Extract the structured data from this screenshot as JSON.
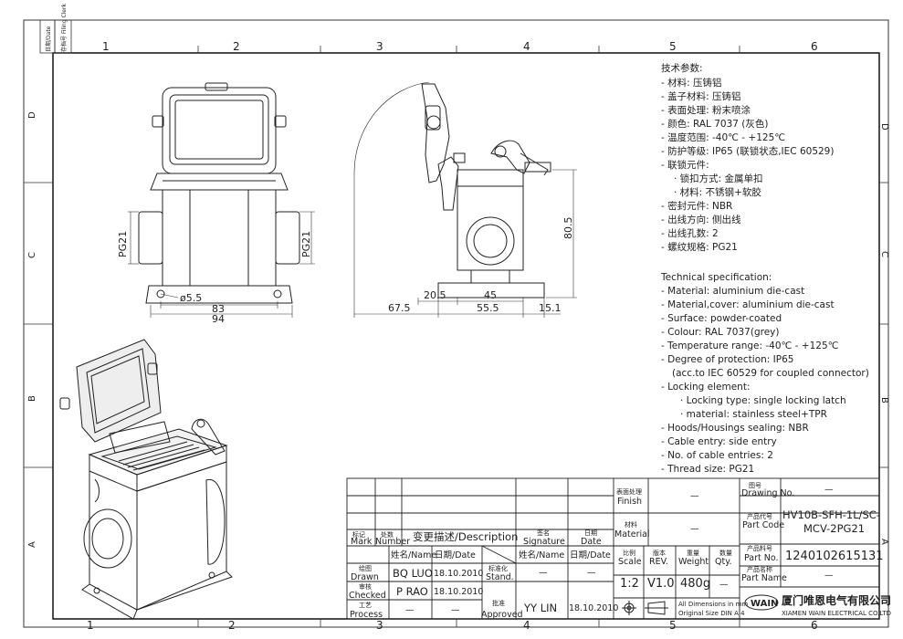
{
  "page": {
    "stamp_date": "日期/Date",
    "stamp_filing": "存档号 Filing Clerk"
  },
  "zones": {
    "top": [
      "1",
      "2",
      "3",
      "4",
      "5",
      "6"
    ],
    "side": [
      "D",
      "C",
      "B",
      "A"
    ]
  },
  "dimensions": {
    "hole": "ø5.5",
    "base_inner": "83",
    "base_outer": "94",
    "thread_left": "PG21",
    "thread_right": "PG21",
    "side_20_5": "20.5",
    "side_45": "45",
    "side_67_5": "67.5",
    "side_55_5": "55.5",
    "side_15_1": "15.1",
    "height": "80.5"
  },
  "tech_cn": {
    "title": "技术参数:",
    "lines": [
      "- 材料: 压铸铝",
      "- 盖子材料: 压铸铝",
      "- 表面处理: 粉末喷涂",
      "- 颜色: RAL 7037 (灰色)",
      "- 温度范围: -40℃ - +125℃",
      "- 防护等级: IP65 (联锁状态,IEC 60529)",
      "- 联锁元件:",
      "· 锁扣方式: 金属单扣",
      "· 材料: 不锈钢+软胶",
      "- 密封元件: NBR",
      "- 出线方向: 侧出线",
      "- 出线孔数: 2",
      "- 螺纹规格: PG21"
    ]
  },
  "tech_en": {
    "title": "Technical specification:",
    "lines": [
      "- Material: aluminium die-cast",
      "- Material,cover: aluminium die-cast",
      "- Surface: powder-coated",
      "- Colour: RAL 7037(grey)",
      "- Temperature range: -40℃ - +125℃",
      "- Degree of protection: IP65",
      "(acc.to IEC 60529 for coupled connector)",
      "- Locking element:",
      "· Locking type: single locking latch",
      "· material: stainless steel+TPR",
      "- Hoods/Housings sealing: NBR",
      "- Cable entry: side entry",
      "- No. of cable entries: 2",
      "- Thread size: PG21"
    ]
  },
  "title_block": {
    "mark_cn": "标记",
    "mark_en": "Mark",
    "number_cn": "处数",
    "number_en": "Number",
    "desc_label": "变更描述/Description",
    "sig_cn": "签名",
    "sig_en": "Signature",
    "date_cn": "日期",
    "date_en": "Date",
    "name_date_1": "姓名/Name",
    "date_col_1": "日期/Date",
    "name_date_2": "姓名/Name",
    "date_col_2": "日期/Date",
    "drawn_cn": "绘图",
    "drawn_en": "Drawn",
    "drawn_name": "BQ LUO",
    "drawn_date": "18.10.2010",
    "checked_cn": "审核",
    "checked_en": "Checked",
    "checked_name": "P RAO",
    "checked_date": "18.10.2010",
    "process_cn": "工艺",
    "process_en": "Process",
    "process_name": "—",
    "process_date": "—",
    "stand_cn": "标准化",
    "stand_en": "Stand.",
    "stand_name": "—",
    "stand_date": "—",
    "approved_cn": "批准",
    "approved_en": "Approved",
    "approved_name": "YY LIN",
    "approved_date": "18.10.2010",
    "finish_cn": "表面处理",
    "finish_en": "Finish",
    "finish_val": "—",
    "material_cn": "材料",
    "material_en": "Material",
    "material_val": "—",
    "scale_cn": "比例",
    "scale_en": "Scale",
    "scale_val": "1:2",
    "rev_cn": "版本",
    "rev_en": "REV.",
    "rev_val": "V1.0",
    "weight_cn": "重量",
    "weight_en": "Weight",
    "weight_val": "480g",
    "qty_cn": "数量",
    "qty_en": "Qty.",
    "qty_val": "—",
    "dims_note_1": "All Dimensions in mm",
    "dims_note_2": "Original Size DIN A 4",
    "drawing_no_cn": "图号",
    "drawing_no_en": "Drawing No.",
    "drawing_no_val": "—",
    "part_code_cn": "产品代号",
    "part_code_en": "Part Code",
    "part_code_val_1": "HV10B-SFH-1L/SC-",
    "part_code_val_2": "MCV-2PG21",
    "part_no_cn": "产品料号",
    "part_no_en": "Part No.",
    "part_no_val": "1240102615131",
    "part_name_cn": "产品名称",
    "part_name_en": "Part Name",
    "part_name_val": "—",
    "logo_text": "WAIN",
    "company_cn": "厦门唯恩电气有限公司",
    "company_en": "XIAMEN WAIN ELECTRICAL CO.LTD"
  }
}
